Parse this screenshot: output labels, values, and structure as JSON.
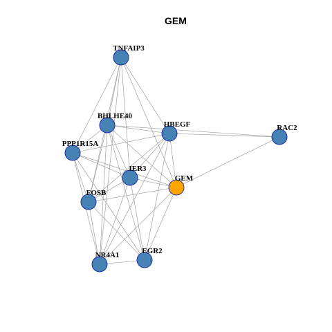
{
  "title": "GEM",
  "colors": {
    "node_default": "#4682b4",
    "node_highlight": "#ffa500",
    "node_border": "#1f2fa8",
    "edge": "#aaaaaa"
  },
  "nodes": [
    {
      "id": "TNFAIP3",
      "label": "TNFAIP3",
      "highlight": false
    },
    {
      "id": "BHLHE40",
      "label": "BHLHE40",
      "highlight": false
    },
    {
      "id": "HBEGF",
      "label": "HBEGF",
      "highlight": false
    },
    {
      "id": "RAC2",
      "label": "RAC2",
      "highlight": false
    },
    {
      "id": "PPP1R15A",
      "label": "PPP1R15A",
      "highlight": false
    },
    {
      "id": "IER3",
      "label": "IER3",
      "highlight": false
    },
    {
      "id": "GEM",
      "label": "GEM",
      "highlight": true
    },
    {
      "id": "FOSB",
      "label": "FOSB",
      "highlight": false
    },
    {
      "id": "NR4A1",
      "label": "NR4A1",
      "highlight": false
    },
    {
      "id": "EGR2",
      "label": "EGR2",
      "highlight": false
    }
  ],
  "edges": [
    [
      "TNFAIP3",
      "BHLHE40"
    ],
    [
      "TNFAIP3",
      "HBEGF"
    ],
    [
      "TNFAIP3",
      "PPP1R15A"
    ],
    [
      "TNFAIP3",
      "IER3"
    ],
    [
      "TNFAIP3",
      "GEM"
    ],
    [
      "TNFAIP3",
      "FOSB"
    ],
    [
      "TNFAIP3",
      "NR4A1"
    ],
    [
      "BHLHE40",
      "HBEGF"
    ],
    [
      "BHLHE40",
      "RAC2"
    ],
    [
      "BHLHE40",
      "PPP1R15A"
    ],
    [
      "BHLHE40",
      "IER3"
    ],
    [
      "BHLHE40",
      "GEM"
    ],
    [
      "BHLHE40",
      "FOSB"
    ],
    [
      "BHLHE40",
      "NR4A1"
    ],
    [
      "BHLHE40",
      "EGR2"
    ],
    [
      "HBEGF",
      "RAC2"
    ],
    [
      "HBEGF",
      "PPP1R15A"
    ],
    [
      "HBEGF",
      "IER3"
    ],
    [
      "HBEGF",
      "GEM"
    ],
    [
      "HBEGF",
      "FOSB"
    ],
    [
      "HBEGF",
      "NR4A1"
    ],
    [
      "HBEGF",
      "EGR2"
    ],
    [
      "RAC2",
      "GEM"
    ],
    [
      "PPP1R15A",
      "IER3"
    ],
    [
      "PPP1R15A",
      "GEM"
    ],
    [
      "PPP1R15A",
      "FOSB"
    ],
    [
      "PPP1R15A",
      "NR4A1"
    ],
    [
      "PPP1R15A",
      "EGR2"
    ],
    [
      "IER3",
      "GEM"
    ],
    [
      "IER3",
      "FOSB"
    ],
    [
      "IER3",
      "NR4A1"
    ],
    [
      "IER3",
      "EGR2"
    ],
    [
      "GEM",
      "FOSB"
    ],
    [
      "GEM",
      "NR4A1"
    ],
    [
      "GEM",
      "EGR2"
    ],
    [
      "FOSB",
      "NR4A1"
    ],
    [
      "FOSB",
      "EGR2"
    ],
    [
      "NR4A1",
      "EGR2"
    ]
  ]
}
